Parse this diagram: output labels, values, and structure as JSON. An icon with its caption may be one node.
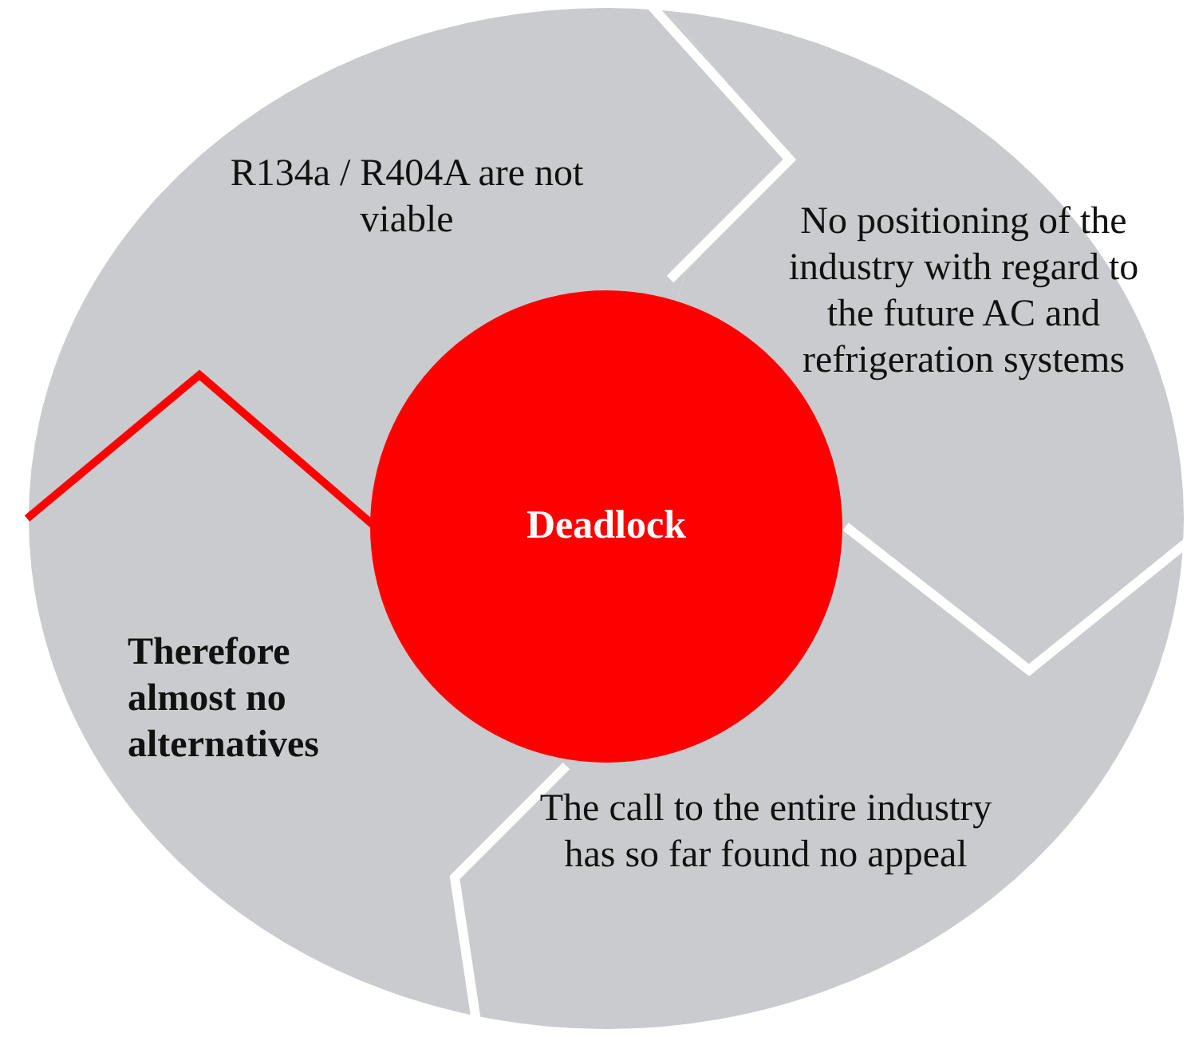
{
  "diagram": {
    "nodes": [
      {
        "text": [
          "R134a / R404A are not viable"
        ]
      },
      {
        "text": [
          "No positioning of the industry with regard to the future AC and refrigeration systems"
        ]
      },
      {
        "text": [
          "The call to the entire industry has so far found no appeal"
        ]
      },
      {
        "text": [
          "Therefore almost no alternatives"
        ]
      },
      {
        "text": [
          "Deadlock"
        ]
      }
    ]
  }
}
